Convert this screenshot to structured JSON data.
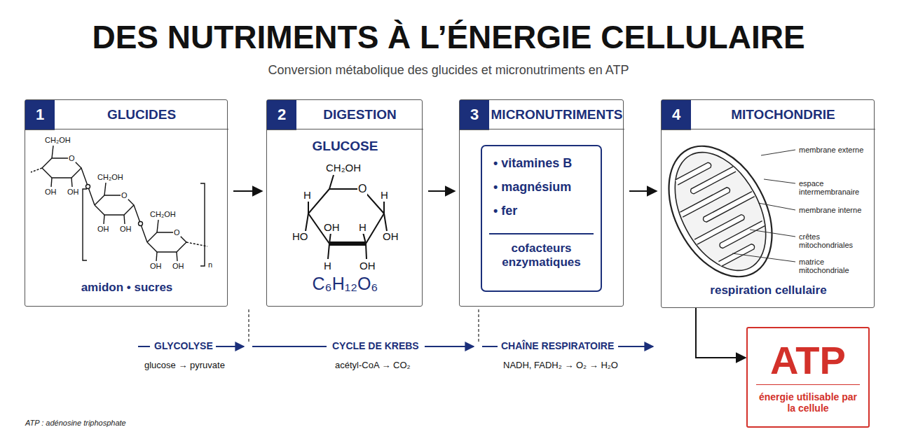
{
  "diagram": {
    "title": "DES NUTRIMENTS À L’ÉNERGIE CELLULAIRE",
    "caption": "Conversion métabolique des glucides et micronutriments en ATP",
    "nodes": [
      {
        "text": [
          "1",
          "GLUCIDES",
          "amidon • sucres"
        ]
      },
      {
        "text": [
          "2",
          "DIGESTION",
          "GLUCOSE",
          "C₆H₁₂O₆"
        ]
      },
      {
        "text": [
          "3",
          "MICRONUTRIMENTS"
        ]
      },
      {
        "text": [
          "• vitamines B",
          "• magnésium",
          "• fer",
          "cofacteurs enzymatiques"
        ],
        "in": 2
      },
      {
        "text": [
          "4",
          "MITOCHONDRIE",
          "respiration cellulaire"
        ]
      },
      {
        "text": [
          "ATP",
          "énergie utilisable par la cellule"
        ]
      }
    ],
    "edges": [
      {
        "from": 0,
        "to": 1,
        "arrow": "to"
      },
      {
        "from": 1,
        "to": 2,
        "arrow": "to"
      },
      {
        "from": 2,
        "to": 4,
        "arrow": "to"
      },
      {
        "from": 4,
        "to": 5,
        "arrow": "to"
      }
    ],
    "labels": [
      "CH₂OH",
      "O",
      "OH",
      "OH",
      "CH₂OH",
      "O",
      "OH",
      "OH",
      "CH₂OH",
      "O",
      "OH",
      "OH",
      "n",
      "CH₂OH",
      "H",
      "O",
      "H",
      "OH",
      "H",
      "HO",
      "OH",
      "H",
      "OH",
      "membrane externe",
      "espace intermembranaire",
      "membrane interne",
      "crêtes mitochondriales",
      "matrice mitochondriale",
      "GLYCOLYSE",
      "glucose → pyruvate",
      "CYCLE DE KREBS",
      "acétyl-CoA → CO₂",
      "CHAÎNE RESPIRATOIRE",
      "NADH, FADH₂ → O₂ → H₂O",
      "ATP : adénosine triphosphate"
    ]
  }
}
